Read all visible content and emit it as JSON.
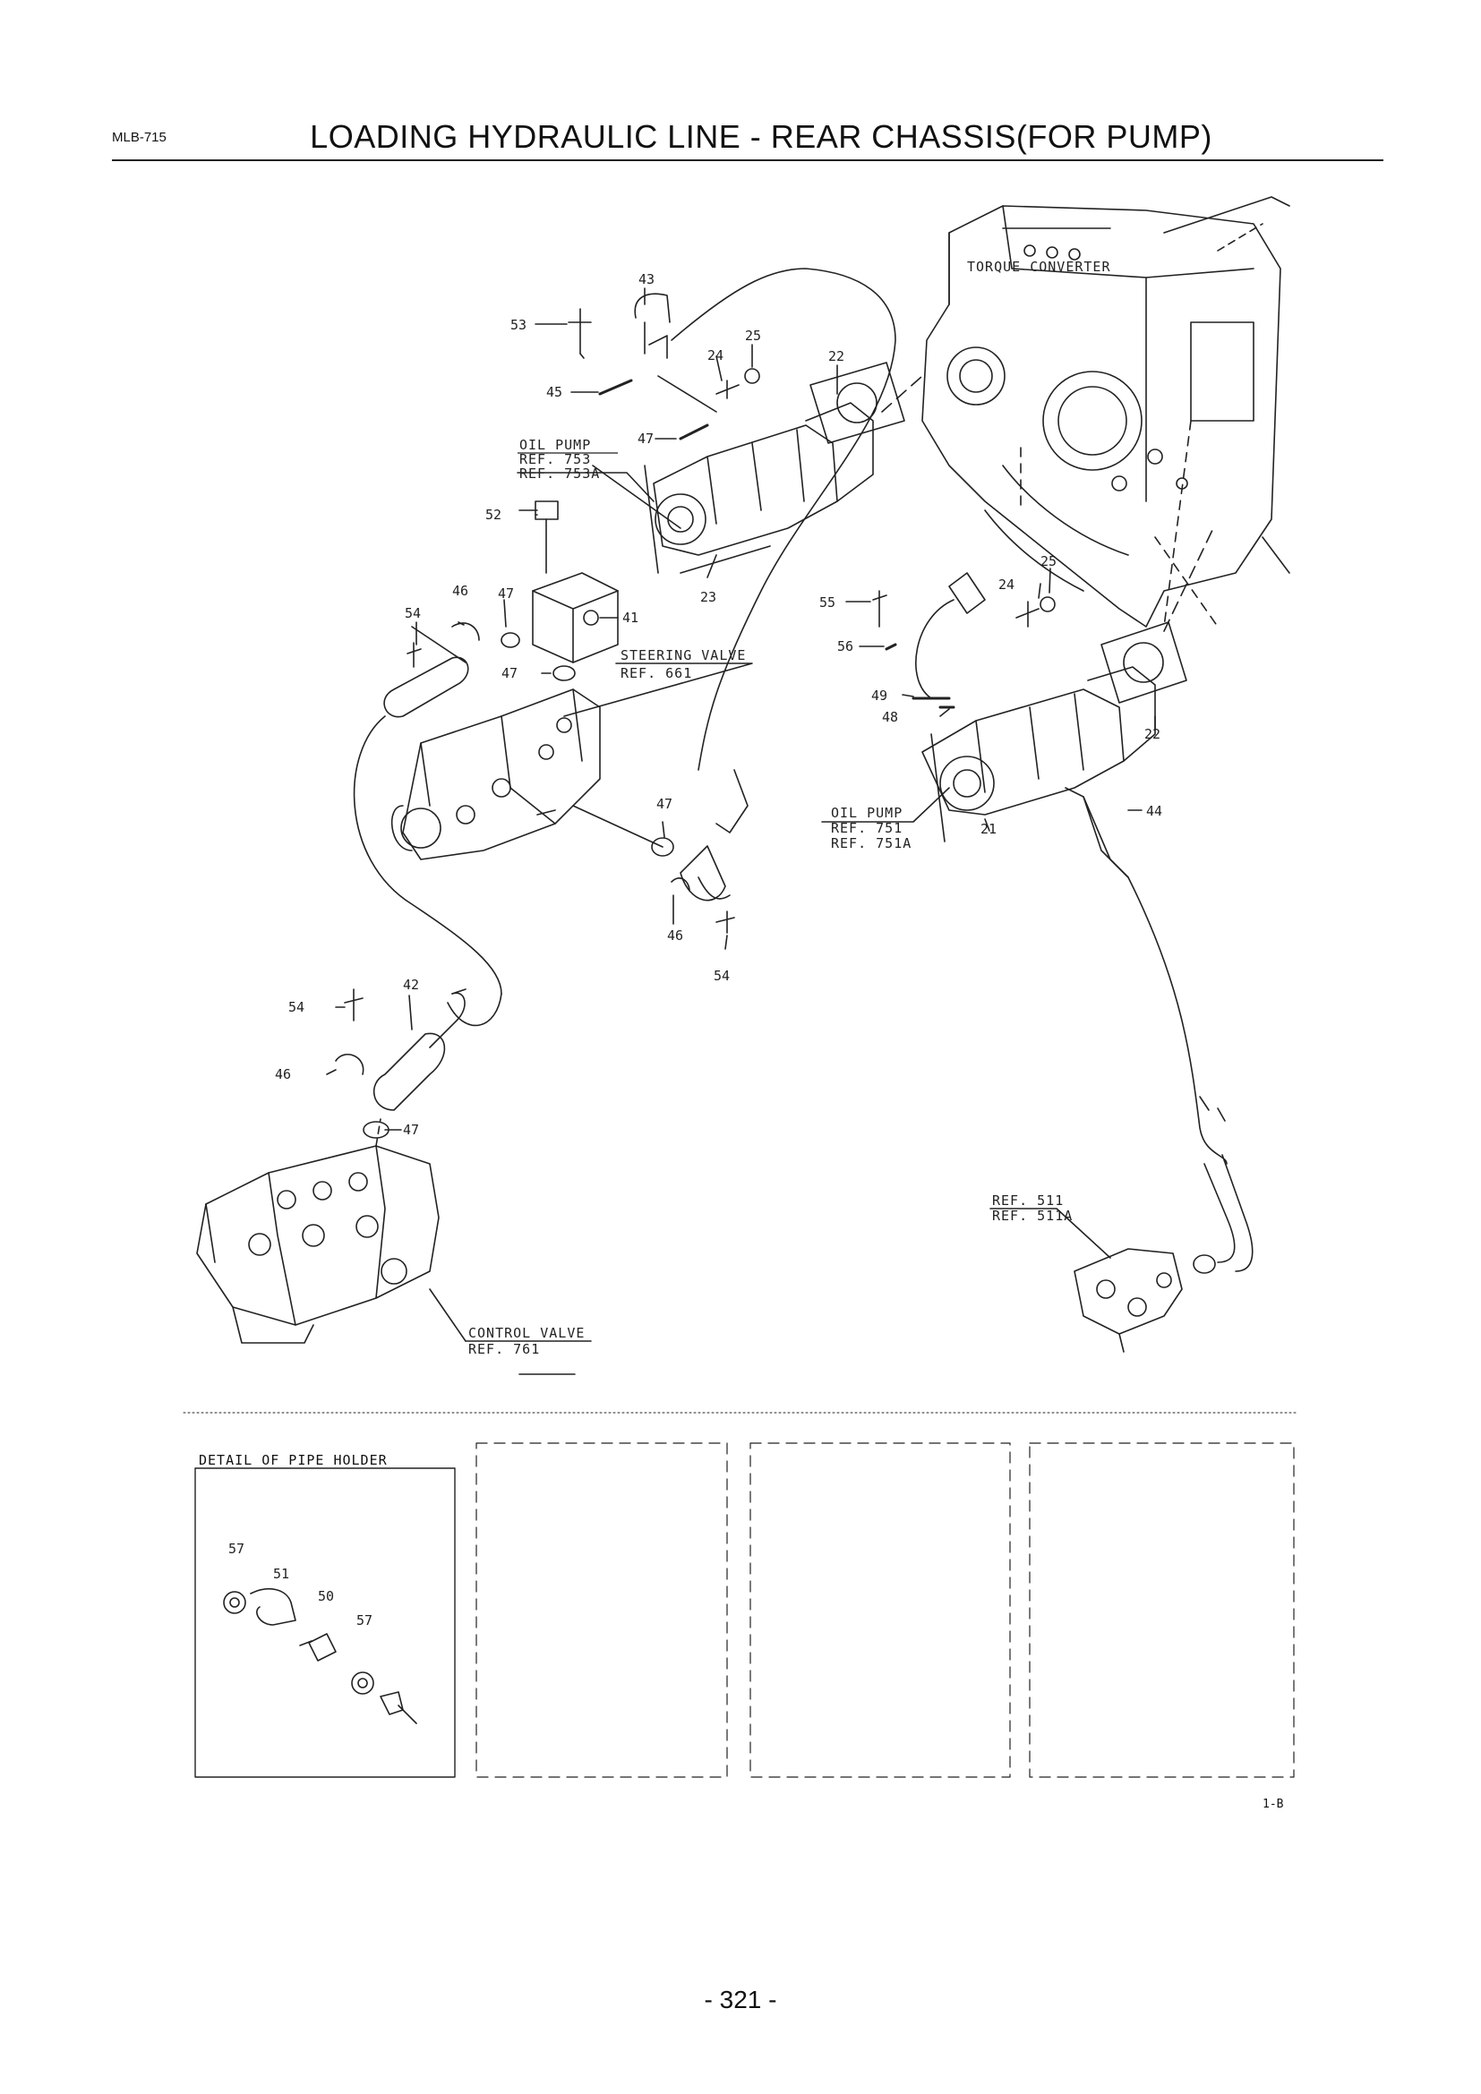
{
  "header": {
    "doc_code": "MLB-715",
    "title": "LOADING HYDRAULIC LINE - REAR CHASSIS(FOR PUMP)"
  },
  "callouts": {
    "torque_converter": "TORQUE CONVERTER",
    "oil_pump_top": [
      "OIL PUMP",
      "REF. 753",
      "REF. 753A"
    ],
    "steering_valve": [
      "STEERING VALVE",
      "REF. 661"
    ],
    "oil_pump_mid": [
      "OIL PUMP",
      "REF. 751",
      "REF. 751A"
    ],
    "ref_511": [
      "REF. 511",
      "REF. 511A"
    ],
    "control_valve": [
      "CONTROL VALVE",
      "REF. 761"
    ]
  },
  "part_numbers": {
    "p43": "43",
    "p53": "53",
    "p45": "45",
    "p24a": "24",
    "p25a": "25",
    "p22a": "22",
    "p47a": "47",
    "p52": "52",
    "p23": "23",
    "p46a": "46",
    "p47b": "47",
    "p54a": "54",
    "p41": "41",
    "p47c": "47",
    "p55": "55",
    "p56": "56",
    "p24b": "24",
    "p25b": "25",
    "p49": "49",
    "p48": "48",
    "p22b": "22",
    "p47d": "47",
    "p44": "44",
    "p21": "21",
    "p46b": "46",
    "p54b": "54",
    "p42": "42",
    "p54c": "54",
    "p46c": "46",
    "p47e": "47",
    "p57a": "57",
    "p51": "51",
    "p50": "50",
    "p57b": "57"
  },
  "detail": {
    "title": "DETAIL OF PIPE HOLDER"
  },
  "footer": {
    "sheet_id": "1-B",
    "page_number": "- 321 -"
  }
}
